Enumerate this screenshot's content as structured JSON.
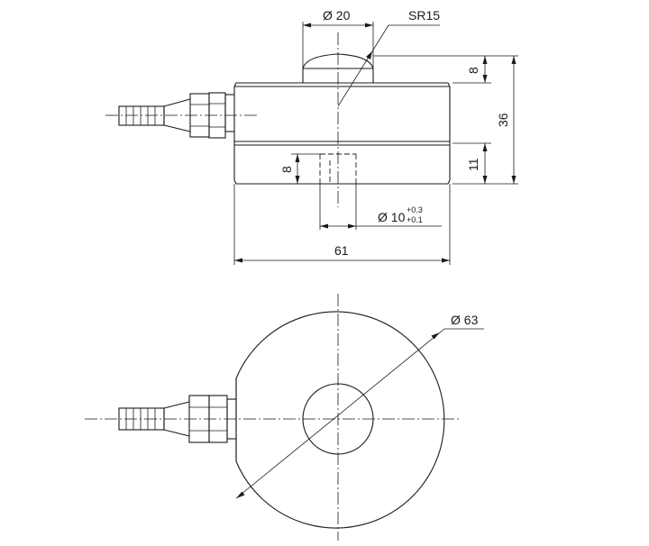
{
  "side_view": {
    "dim_dome_diameter": "Ø 20",
    "dim_sphere_radius": "SR15",
    "dim_dome_height": "8",
    "dim_total_height": "36",
    "dim_base_height": "11",
    "dim_hole_depth": "8",
    "dim_hole_diameter": "Ø 10",
    "dim_hole_tol_upper": "+0.3",
    "dim_hole_tol_lower": "+0.1",
    "dim_body_width": "61"
  },
  "top_view": {
    "dim_outer_diameter": "Ø 63"
  }
}
